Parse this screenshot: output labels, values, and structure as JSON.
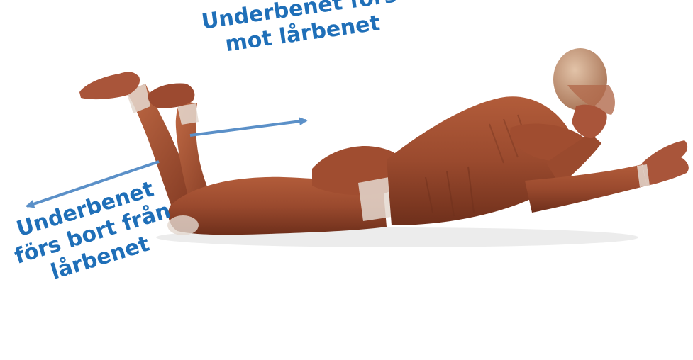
{
  "colors": {
    "label": "#1f6fb8",
    "arrow": "#5b90c8",
    "muscle": "#9a4a2e",
    "muscle_dark": "#6e2f1b",
    "tendon": "#e4d8cf",
    "skin_head": "#c9a58a"
  },
  "labels": {
    "flexion": {
      "line1": "Underbenet förs",
      "line2": "mot lårbenet"
    },
    "extension": {
      "line1": "Underbenet",
      "line2": "förs bort från",
      "line3": "lårbenet"
    }
  },
  "figure": {
    "subject": "muscular-human-figure-lying-prone"
  }
}
